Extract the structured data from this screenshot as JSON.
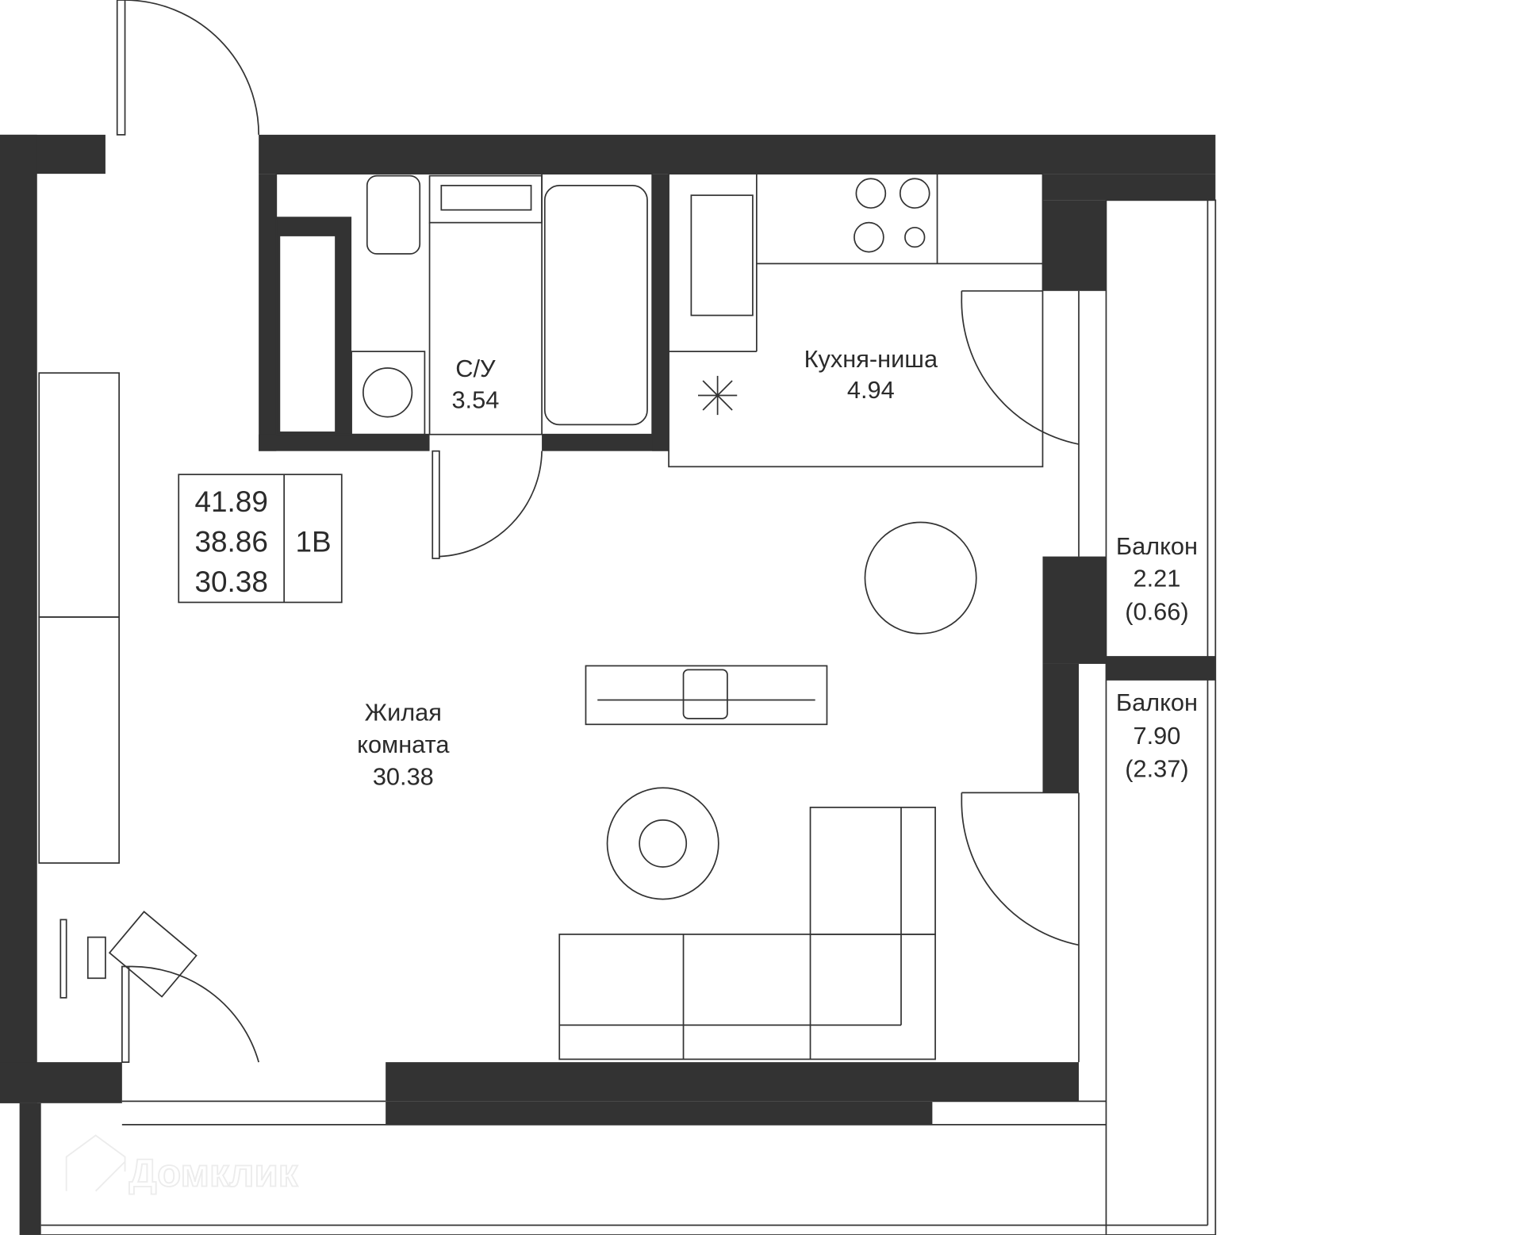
{
  "rooms": {
    "bathroom": {
      "name": "С/У",
      "area": "3.54"
    },
    "kitchen": {
      "name": "Кухня-ниша",
      "area": "4.94"
    },
    "living": {
      "name_line1": "Жилая",
      "name_line2": "комната",
      "area": "30.38"
    },
    "balcony1": {
      "name": "Балкон",
      "area": "2.21",
      "reduced": "(0.66)"
    },
    "balcony2": {
      "name": "Балкон",
      "area": "7.90",
      "reduced": "(2.37)"
    }
  },
  "summary": {
    "total": "41.89",
    "without_balcony": "38.86",
    "living": "30.38",
    "type": "1В"
  },
  "watermark": "Домклик",
  "colors": {
    "wall": "#333333"
  }
}
